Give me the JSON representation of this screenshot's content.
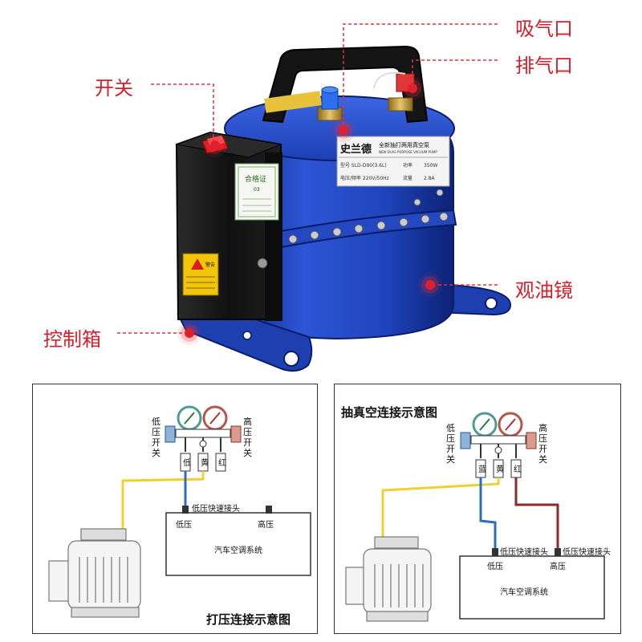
{
  "callouts": {
    "switch": "开关",
    "intake": "吸气口",
    "exhaust": "排气口",
    "oil_sight_glass": "观油镜",
    "control_box": "控制箱"
  },
  "pump": {
    "brand": "史兰德",
    "product_line_cn": "全新抽打两用真空泵",
    "product_line_en": "NEW DUAL PURPOSE VACUUM PUMP",
    "model": "型号 SLD-D90(3.6L)",
    "power_label": "功率",
    "power_value": "350W",
    "voltage": "电压/频率 220V/50Hz",
    "current_label": "流量",
    "current_value": "2.8A",
    "certificate_title": "合格证",
    "certificate_no": "03",
    "warning_label": "警告",
    "colors": {
      "body": "#1e3fb0",
      "control_box": "#141414",
      "switch": "#e31a1a"
    }
  },
  "diagram_left": {
    "title": "打压连接示意图",
    "low_switch": "低压开关",
    "high_switch": "高压开关",
    "valve_low": "低",
    "valve_mid": "黄",
    "valve_high": "红",
    "connector_low": "低压快速接头",
    "low": "低压",
    "high": "高压",
    "system": "汽车空调系统"
  },
  "diagram_right": {
    "title": "抽真空连接示意图",
    "low_switch": "低压开关",
    "high_switch": "高压开关",
    "valve_low": "蓝",
    "valve_mid": "黄",
    "valve_high": "红",
    "connector_low": "低压快速接头",
    "connector_high": "低压快速接头",
    "low": "低压",
    "high": "高压",
    "system": "汽车空调系统"
  }
}
